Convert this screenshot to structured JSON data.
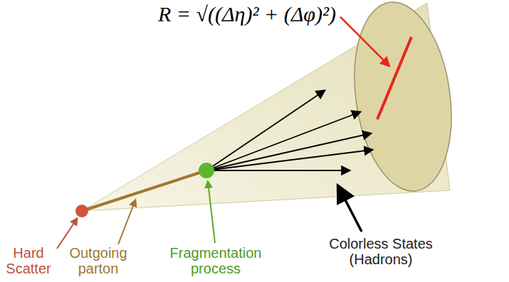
{
  "diagram": {
    "labels": [
      "R = √((Δη)² + (Δφ)²)",
      "Hard Scatter",
      "Outgoing parton",
      "Fragmentation process",
      "Colorless States (Hadrons)"
    ]
  }
}
